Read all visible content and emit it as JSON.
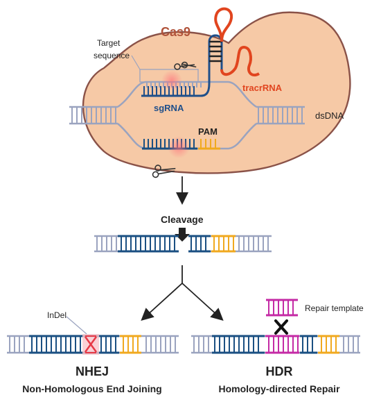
{
  "labels": {
    "cas9": "Cas9",
    "target_sequence_line1": "Target",
    "target_sequence_line2": "sequence",
    "tracr_rna": "tracrRNA",
    "sg_rna": "sgRNA",
    "pam": "PAM",
    "ds_dna": "dsDNA",
    "cleavage": "Cleavage",
    "indel": "InDel",
    "repair_template": "Repair template",
    "nhej_title": "NHEJ",
    "nhej_subtitle": "Non-Homologous End Joining",
    "hdr_title": "HDR",
    "hdr_subtitle": "Homology-directed Repair"
  },
  "colors": {
    "cas9_fill": "#f6c9a6",
    "cas9_outline": "#8a5248",
    "cas9_label": "#b1533a",
    "dna_backbone": "#9aa3bf",
    "sg_rna": "#1f4f8a",
    "target_highlight": "#1a4f82",
    "pam": "#f0a91f",
    "tracr_rna": "#e1451f",
    "repair_template": "#c42aa5",
    "indel_mark": "#e63946",
    "arrow": "#222222"
  },
  "icons": {
    "cut_site": "scissors-icon",
    "blocked": "cross-icon"
  }
}
